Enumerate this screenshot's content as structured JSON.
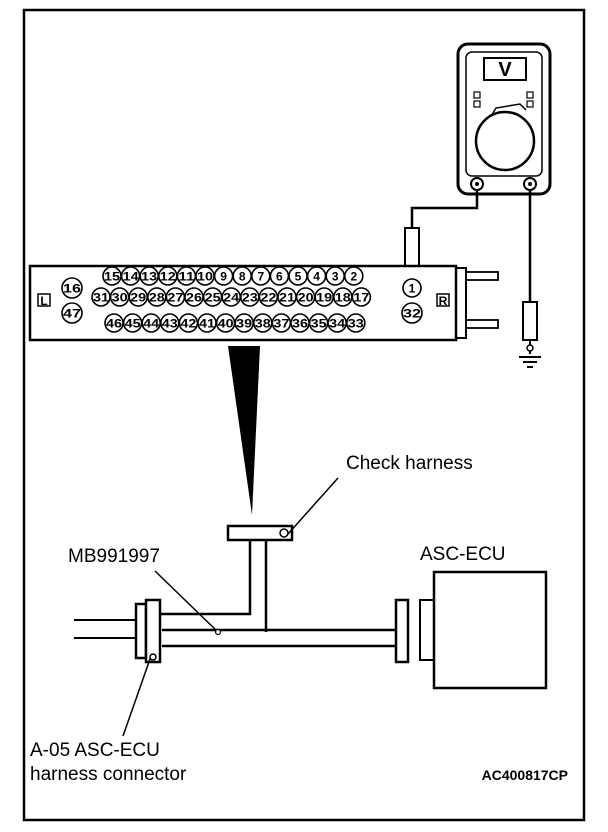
{
  "meter": {
    "symbol": "V"
  },
  "connector": {
    "row1": [
      "15",
      "14",
      "13",
      "12",
      "11",
      "10",
      "9",
      "8",
      "7",
      "6",
      "5",
      "4",
      "3",
      "2",
      "1"
    ],
    "row2": [
      "31",
      "30",
      "29",
      "28",
      "27",
      "26",
      "25",
      "24",
      "23",
      "22",
      "21",
      "20",
      "19",
      "18",
      "17"
    ],
    "row3": [
      "46",
      "45",
      "44",
      "43",
      "42",
      "41",
      "40",
      "39",
      "38",
      "37",
      "36",
      "35",
      "34",
      "33"
    ],
    "left_pins": [
      "16",
      "47"
    ],
    "right_pin": "32",
    "left_marker": "L",
    "right_marker": "R"
  },
  "labels": {
    "check_harness": "Check harness",
    "tool": "MB991997",
    "ecu": "ASC-ECU",
    "harness_line1": "A-05 ASC-ECU",
    "harness_line2": "harness connector",
    "ref_code": "AC400817CP"
  }
}
